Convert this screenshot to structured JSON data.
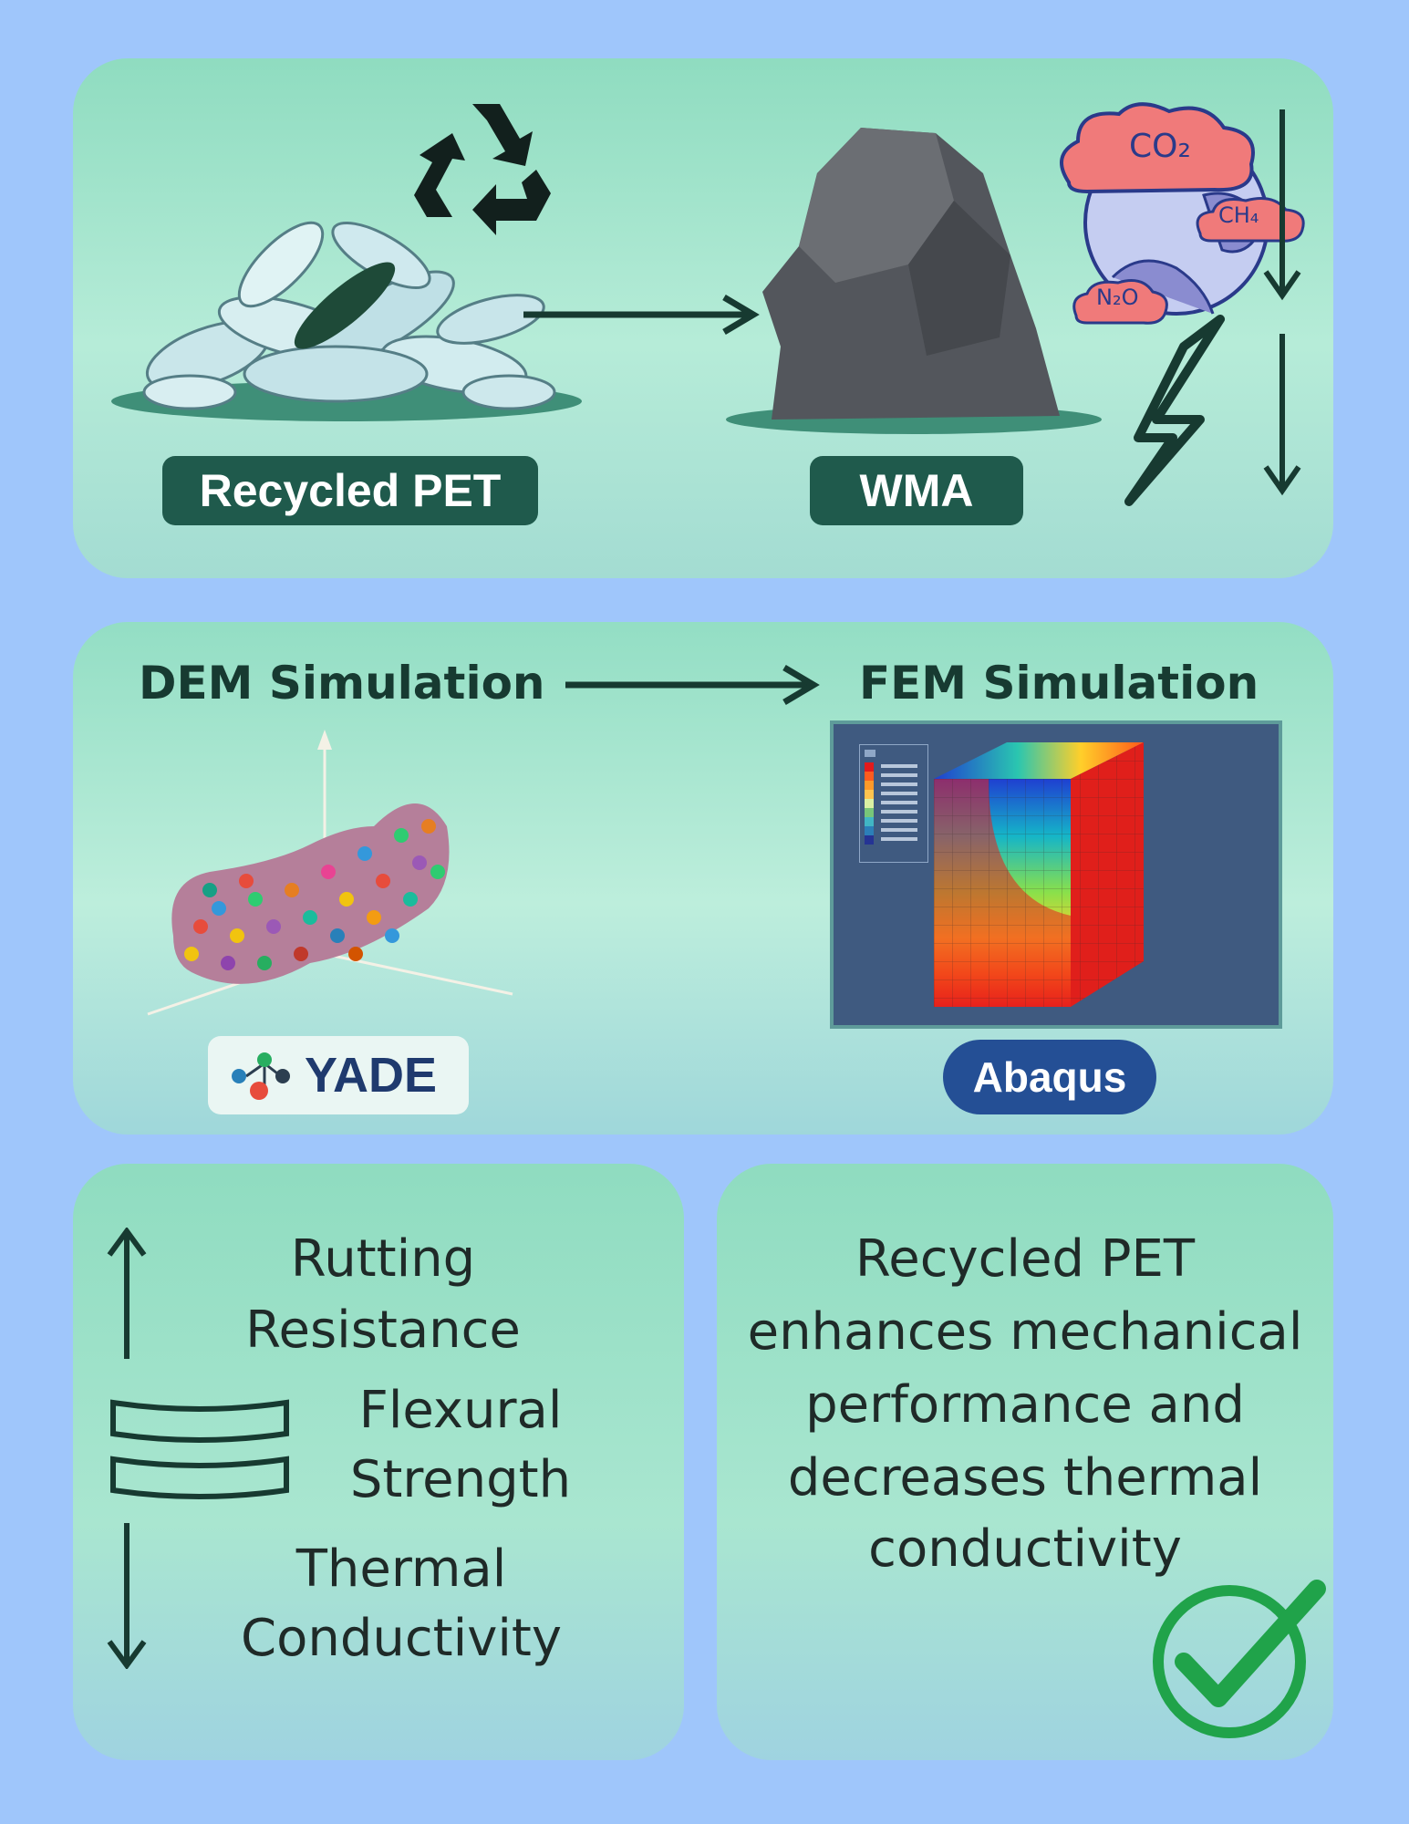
{
  "top": {
    "pet_label": "Recycled PET",
    "wma_label": "WMA",
    "gases": {
      "co2": "CO₂",
      "ch4": "CH₄",
      "n2o": "N₂O"
    }
  },
  "middle": {
    "dem_title": "DEM Simulation",
    "fem_title": "FEM Simulation",
    "dem_tool": "YADE",
    "fem_tool": "Abaqus"
  },
  "bottom_left": {
    "rutting_line1": "Rutting",
    "rutting_line2": "Resistance",
    "flexural_line1": "Flexural",
    "flexural_line2": "Strength",
    "thermal_line1": "Thermal",
    "thermal_line2": "Conductivity"
  },
  "bottom_right": {
    "line1": "Recycled PET",
    "line2": "enhances mechanical",
    "line3": "performance and",
    "line4": "decreases thermal",
    "line5": "conductivity"
  },
  "colors": {
    "background": "#9fc6fb",
    "dark_green": "#1f5a4c",
    "check_green": "#20a34a",
    "cloud_red": "#f07a7a"
  },
  "icons": [
    "recycle-icon",
    "rock-icon",
    "earth-icon",
    "lightning-icon",
    "arrow-down-icon",
    "arrow-up-icon",
    "wave-icon",
    "checkmark-icon",
    "yade-logo-icon"
  ]
}
